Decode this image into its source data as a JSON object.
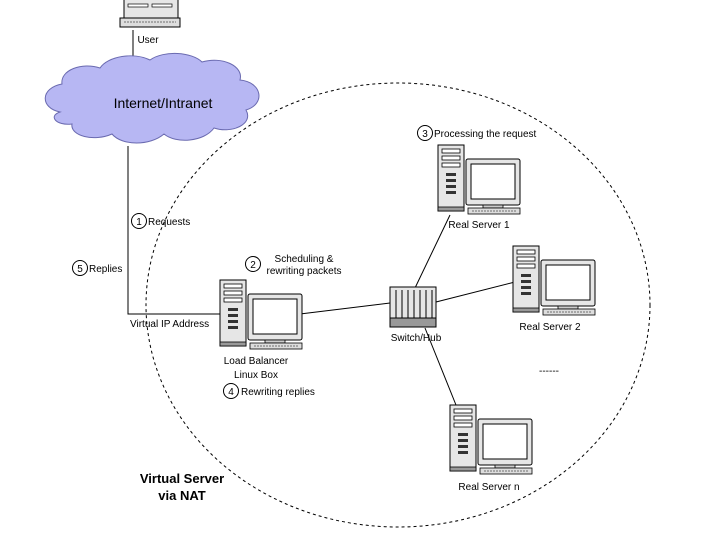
{
  "labels": {
    "user": "User",
    "cloud": "Internet/Intranet",
    "vip": "Virtual IP Address",
    "lb_line1": "Load Balancer",
    "lb_line2": "Linux Box",
    "switch": "Switch/Hub",
    "rs1": "Real Server 1",
    "rs2": "Real Server 2",
    "rsn": "Real Server n",
    "ellipsis": "------",
    "title_line1": "Virtual Server",
    "title_line2": "via NAT"
  },
  "steps": [
    {
      "num": "1",
      "text": "Requests"
    },
    {
      "num": "2",
      "text_line1": "Scheduling &",
      "text_line2": "rewriting packets"
    },
    {
      "num": "3",
      "text": "Processing the request"
    },
    {
      "num": "4",
      "text": "Rewriting replies"
    },
    {
      "num": "5",
      "text": "Replies"
    }
  ],
  "colors": {
    "cloud_fill": "#b7b7f3",
    "cloud_stroke": "#6a6ab0",
    "screen": "#ffffff",
    "case": "#e6e6e6",
    "line": "#000000"
  }
}
